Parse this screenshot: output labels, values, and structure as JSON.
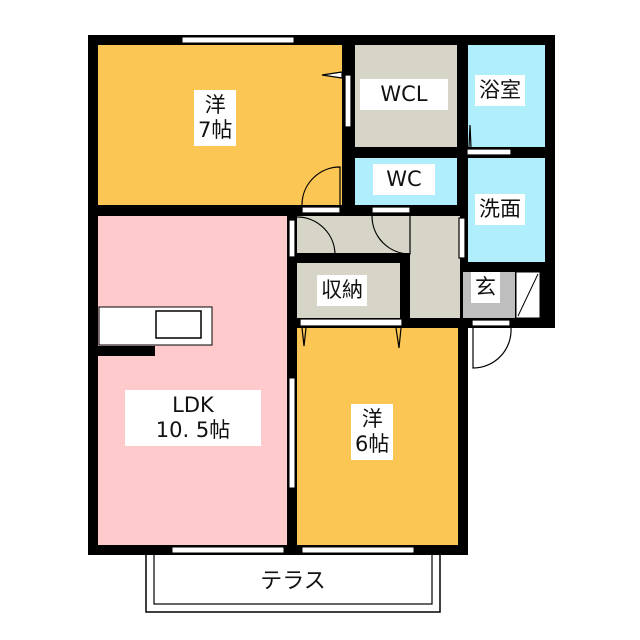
{
  "colors": {
    "western_room": "#FCC654",
    "ldk": "#FFCACB",
    "wet_area": "#B1EEFB",
    "storage": "#D7D4C8",
    "entrance": "#BEBEBE",
    "wall": "#000000"
  },
  "rooms": {
    "western7": {
      "name": "洋",
      "size": "7帖"
    },
    "wcl": {
      "name": "WCL"
    },
    "bath": {
      "name": "浴室"
    },
    "wc": {
      "name": "WC"
    },
    "washroom": {
      "name": "洗面"
    },
    "storage": {
      "name": "収納"
    },
    "entrance": {
      "name": "玄"
    },
    "ldk": {
      "name": "LDK",
      "size": "10. 5帖"
    },
    "western6": {
      "name": "洋",
      "size": "6帖"
    },
    "terrace": {
      "name": "テラス"
    }
  }
}
